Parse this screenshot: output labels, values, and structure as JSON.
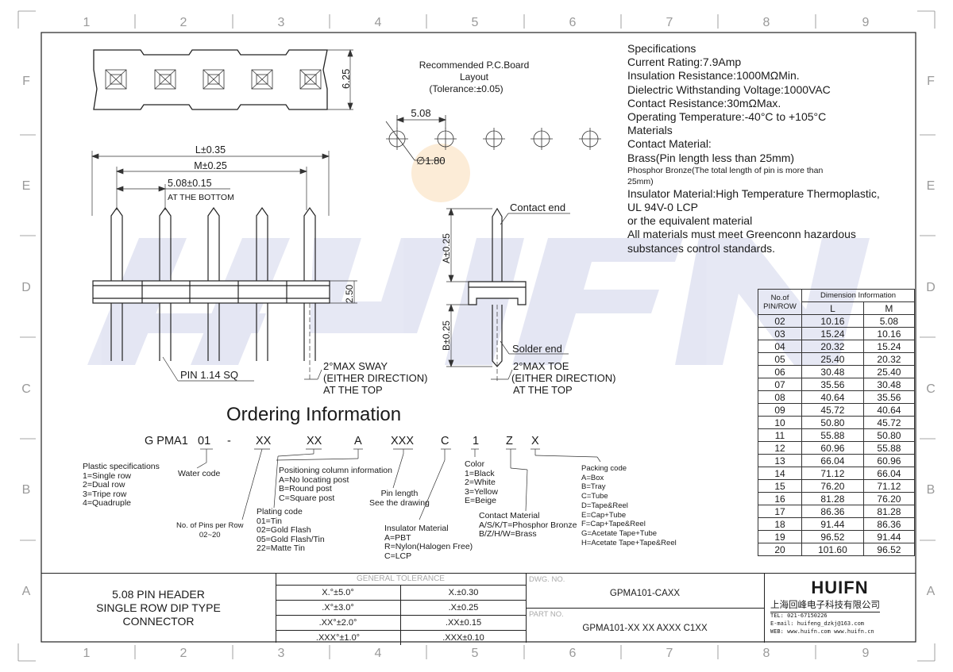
{
  "grid": {
    "cols": [
      "1",
      "2",
      "3",
      "4",
      "5",
      "6",
      "7",
      "8",
      "9"
    ],
    "rows": [
      "F",
      "E",
      "D",
      "C",
      "B",
      "A"
    ]
  },
  "watermark": {
    "text": "HUIFN",
    "color": "#3a4aa8"
  },
  "pcb": {
    "title": "Recommended P.C.Board",
    "title2": "Layout",
    "tolerance": "(Tolerance:±0.05)",
    "pitch": "5.08",
    "hole": "∅1.80"
  },
  "top_view": {
    "height": "6.25"
  },
  "front_view": {
    "L": "L±0.35",
    "M": "M±0.25",
    "pitch": "5.08±0.15",
    "pitch_note": "AT THE BOTTOM",
    "body_h": "2.50",
    "pin": "PIN 1.14 SQ",
    "sway1": "2°MAX SWAY",
    "sway2": "(EITHER DIRECTION)",
    "sway3": "AT THE TOP"
  },
  "side_view": {
    "contact": "Contact end",
    "solder": "Solder end",
    "A": "A±0.25",
    "B": "B±0.25",
    "toe1": "2°MAX TOE",
    "toe2": "(EITHER DIRECTION)",
    "toe3": "AT THE TOP"
  },
  "specs": [
    {
      "text": "Specifications",
      "small": false
    },
    {
      "text": "Current Rating:7.9Amp",
      "small": false
    },
    {
      "text": "Insulation Resistance:1000MΩMin.",
      "small": false
    },
    {
      "text": "Dielectric Withstanding Voltage:1000VAC",
      "small": false
    },
    {
      "text": "Contact Resistance:30mΩMax.",
      "small": false
    },
    {
      "text": "Operating Temperature:-40°C to +105°C",
      "small": false
    },
    {
      "text": "Materials",
      "small": false
    },
    {
      "text": "Contact Material:",
      "small": false
    },
    {
      "text": "Brass(Pin length less than 25mm)",
      "small": false
    },
    {
      "text": "Phosphor Bronze(The total length of pin is more than 25mm)",
      "small": true
    },
    {
      "text": "Insulator Material:High Temperature Thermoplastic,",
      "small": false
    },
    {
      "text": "UL 94V-0 LCP",
      "small": false
    },
    {
      "text": "or the equivalent material",
      "small": false
    },
    {
      "text": "All materials must meet Greenconn hazardous",
      "small": false
    },
    {
      "text": "substances control standards.",
      "small": false
    }
  ],
  "dim_table": {
    "h1": "No.of PIN/ROW",
    "h2": "Dimension Information",
    "hL": "L",
    "hM": "M",
    "rows": [
      [
        "02",
        "10.16",
        "5.08"
      ],
      [
        "03",
        "15.24",
        "10.16"
      ],
      [
        "04",
        "20.32",
        "15.24"
      ],
      [
        "05",
        "25.40",
        "20.32"
      ],
      [
        "06",
        "30.48",
        "25.40"
      ],
      [
        "07",
        "35.56",
        "30.48"
      ],
      [
        "08",
        "40.64",
        "35.56"
      ],
      [
        "09",
        "45.72",
        "40.64"
      ],
      [
        "10",
        "50.80",
        "45.72"
      ],
      [
        "11",
        "55.88",
        "50.80"
      ],
      [
        "12",
        "60.96",
        "55.88"
      ],
      [
        "13",
        "66.04",
        "60.96"
      ],
      [
        "14",
        "71.12",
        "66.04"
      ],
      [
        "15",
        "76.20",
        "71.12"
      ],
      [
        "16",
        "81.28",
        "76.20"
      ],
      [
        "17",
        "86.36",
        "81.28"
      ],
      [
        "18",
        "91.44",
        "86.36"
      ],
      [
        "19",
        "96.52",
        "91.44"
      ],
      [
        "20",
        "101.60",
        "96.52"
      ]
    ]
  },
  "ordering": {
    "title": "Ordering Information",
    "code": [
      "G PMA1",
      "01",
      "-",
      "XX",
      "XX",
      "A",
      "XXX",
      "C",
      "1",
      "Z",
      "X"
    ],
    "plastic": [
      "Plastic specifications",
      "1=Single row",
      "2=Dual row",
      "3=Tripe row",
      "4=Quadruple"
    ],
    "water": "Water code",
    "pins": [
      "No. of Pins per Row",
      "02~20"
    ],
    "plating": [
      "Plating code",
      "01=Tin",
      "02=Gold Flash",
      "05=Gold Flash/Tin",
      "22=Matte Tin"
    ],
    "position": [
      "Positioning column information",
      "A=No locating post",
      "B=Round post",
      "C=Square post"
    ],
    "pinlen": [
      "Pin length",
      "See the drawing"
    ],
    "insulator": [
      "Insulator Material",
      "A=PBT",
      "R=Nylon(Halogen Free)",
      "C=LCP"
    ],
    "color": [
      "Color",
      "1=Black",
      "2=White",
      "3=Yellow",
      "E=Beige"
    ],
    "contact": [
      "Contact Material",
      "A/S/K/T=Phosphor Bronze",
      "B/Z/H/W=Brass"
    ],
    "packing": [
      "Packing code",
      "A=Box",
      "B=Tray",
      "C=Tube",
      "D=Tape&Reel",
      "E=Cap+Tube",
      "F=Cap+Tape&Reel",
      "G=Acetate Tape+Tube",
      "H=Acetate Tape+Tape&Reel"
    ]
  },
  "title_block": {
    "name": [
      "5.08 PIN HEADER",
      "SINGLE ROW DIP TYPE",
      "CONNECTOR"
    ],
    "tol_head": "GENERAL TOLERANCE",
    "tol": [
      [
        "X.°±5.0°",
        "X.±0.30"
      ],
      [
        ".X°±3.0°",
        ".X±0.25"
      ],
      [
        ".XX°±2.0°",
        ".XX±0.15"
      ],
      [
        ".XXX°±1.0°",
        ".XXX±0.10"
      ]
    ],
    "dwg_label": "DWG. NO.",
    "dwg_no": "GPMA101-CAXX",
    "part_label": "PART NO.",
    "part_no": "GPMA101-XX XX AXXX C1XX",
    "logo": "HUIFN",
    "company": "上海回峰电子科技有限公司",
    "tel": "TEL: 021-67150226",
    "email": "E-mail: huifeng_dzkj@163.com",
    "web": "WEB: www.huifn.com  www.huifn.cn"
  }
}
